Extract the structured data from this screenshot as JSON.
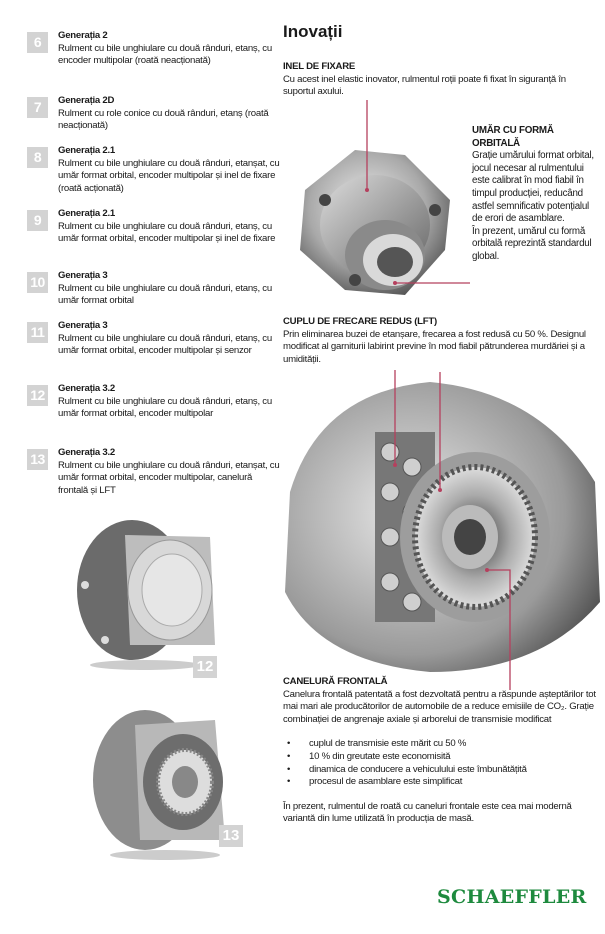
{
  "generations": [
    {
      "number": "6",
      "title": "Generația 2",
      "desc": "Rulment cu bile unghiulare cu două rânduri, etanș, cu encoder multipolar (roată neacționată)"
    },
    {
      "number": "7",
      "title": "Generația 2D",
      "desc": "Rulment cu role conice cu două rânduri, etanș (roată neacționată)"
    },
    {
      "number": "8",
      "title": "Generația 2.1",
      "desc": "Rulment cu bile unghiulare cu două rânduri, etanșat, cu umăr format orbital, encoder multipolar și inel de fixare (roată acționată)"
    },
    {
      "number": "9",
      "title": "Generația 2.1",
      "desc": "Rulment cu bile unghiulare cu două rânduri, etanș, cu umăr format orbital, encoder multipolar și inel de fixare"
    },
    {
      "number": "10",
      "title": "Generația 3",
      "desc": "Rulment cu bile unghiulare cu două rânduri, etanș, cu umăr format orbital"
    },
    {
      "number": "11",
      "title": "Generația 3",
      "desc": "Rulment cu bile unghiulare cu două rânduri, etanș, cu umăr format orbital, encoder multipolar și senzor"
    },
    {
      "number": "12",
      "title": "Generația 3.2",
      "desc": "Rulment cu bile unghiulare cu două rânduri, etanș, cu umăr format orbital, encoder multipolar"
    },
    {
      "number": "13",
      "title": "Generația 3.2",
      "desc": "Rulment cu bile unghiulare cu două rânduri, etanșat, cu umăr format orbital, encoder multipolar, canelură frontală și LFT"
    }
  ],
  "image_badges": [
    "12",
    "13"
  ],
  "innovations": {
    "title": "Inovații",
    "snap_ring": {
      "title": "INEL DE FIXARE",
      "text": "Cu acest inel elastic inovator, rulmentul roții poate fi fixat în siguranță în suportul axului."
    },
    "orbital": {
      "title": "UMĂR CU FORMĂ ORBITALĂ",
      "text": "Grație umărului format orbital, jocul necesar al rulmentului este calibrat în mod fiabil în timpul producției, reducând astfel semnificativ potențialul de erori de asamblare.",
      "text2": "În prezent, umărul cu formă orbitală reprezintă standardul global."
    },
    "lft": {
      "title": "CUPLU DE FRECARE REDUS (LFT)",
      "text": "Prin eliminarea buzei de etanșare, frecarea a fost redusă cu 50 %. Designul modificat al garniturii labirint previne în mod fiabil pătrunderea murdăriei și a umidității."
    },
    "spline": {
      "title": "CANELURĂ FRONTALĂ",
      "text": "Canelura frontală patentată a fost dezvoltată pentru a răspunde așteptărilor tot mai mari ale producătorilor de automobile de a reduce emisiile de CO₂. Grație combinației de angrenaje axiale și arborelui de transmisie modificat",
      "bullets": [
        "cuplul de transmisie este mărit cu 50 %",
        "10 % din greutate este economisită",
        "dinamica de conducere a vehiculului este îmbunătățită",
        "procesul de asamblare este simplificat"
      ],
      "closing": "În prezent, rulmentul de roată cu caneluri frontale este cea mai modernă variantă din lume utilizată în producția de masă."
    }
  },
  "brand": {
    "logo_text": "SCHAEFFLER",
    "color": "#1e8a3e"
  },
  "colors": {
    "callout_line": "#b5405e",
    "badge": "#d3d3d3"
  }
}
